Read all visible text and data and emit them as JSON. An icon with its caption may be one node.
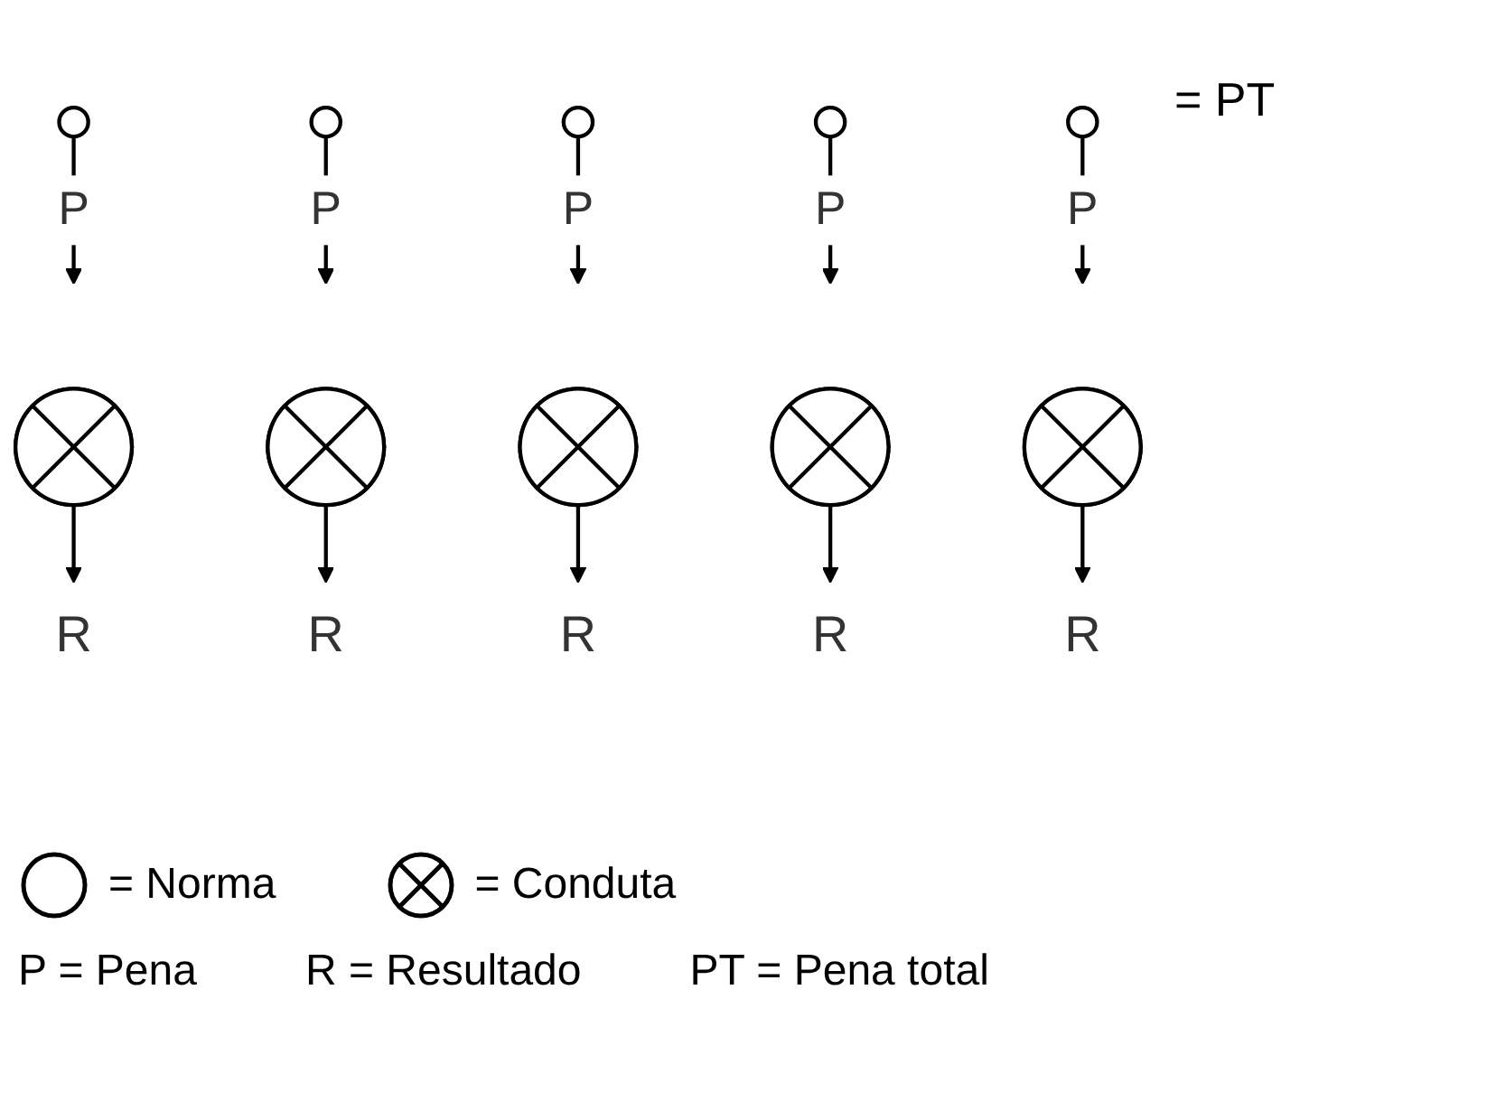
{
  "diagram": {
    "nodes": [
      {
        "text": [],
        "shape": "circle"
      },
      {
        "text": [],
        "shape": "circle"
      },
      {
        "text": [],
        "shape": "circle"
      },
      {
        "text": [],
        "shape": "circle"
      },
      {
        "text": [],
        "shape": "circle"
      },
      {
        "text": [],
        "shape": "crossed-circle"
      },
      {
        "text": [],
        "shape": "crossed-circle"
      },
      {
        "text": [],
        "shape": "crossed-circle"
      },
      {
        "text": [],
        "shape": "crossed-circle"
      },
      {
        "text": [],
        "shape": "crossed-circle"
      },
      {
        "text": [
          "R"
        ]
      },
      {
        "text": [
          "R"
        ]
      },
      {
        "text": [
          "R"
        ]
      },
      {
        "text": [
          "R"
        ]
      },
      {
        "text": [
          "R"
        ]
      }
    ],
    "edges": [
      {
        "from": 0,
        "to": null,
        "arrow": "to",
        "label": "P"
      },
      {
        "from": 1,
        "to": null,
        "arrow": "to",
        "label": "P"
      },
      {
        "from": 2,
        "to": null,
        "arrow": "to",
        "label": "P"
      },
      {
        "from": 3,
        "to": null,
        "arrow": "to",
        "label": "P"
      },
      {
        "from": 4,
        "to": null,
        "arrow": "to",
        "label": "P"
      },
      {
        "from": 5,
        "to": 10,
        "arrow": "to"
      },
      {
        "from": 6,
        "to": 11,
        "arrow": "to"
      },
      {
        "from": 7,
        "to": 12,
        "arrow": "to"
      },
      {
        "from": 8,
        "to": 13,
        "arrow": "to"
      },
      {
        "from": 9,
        "to": 14,
        "arrow": "to"
      }
    ],
    "labels": [
      "= PT",
      "P = Pena",
      "R = Resultado",
      "PT = Pena total"
    ],
    "legend": [
      {
        "text": "= Norma"
      },
      {
        "text": "= Conduta"
      }
    ]
  }
}
